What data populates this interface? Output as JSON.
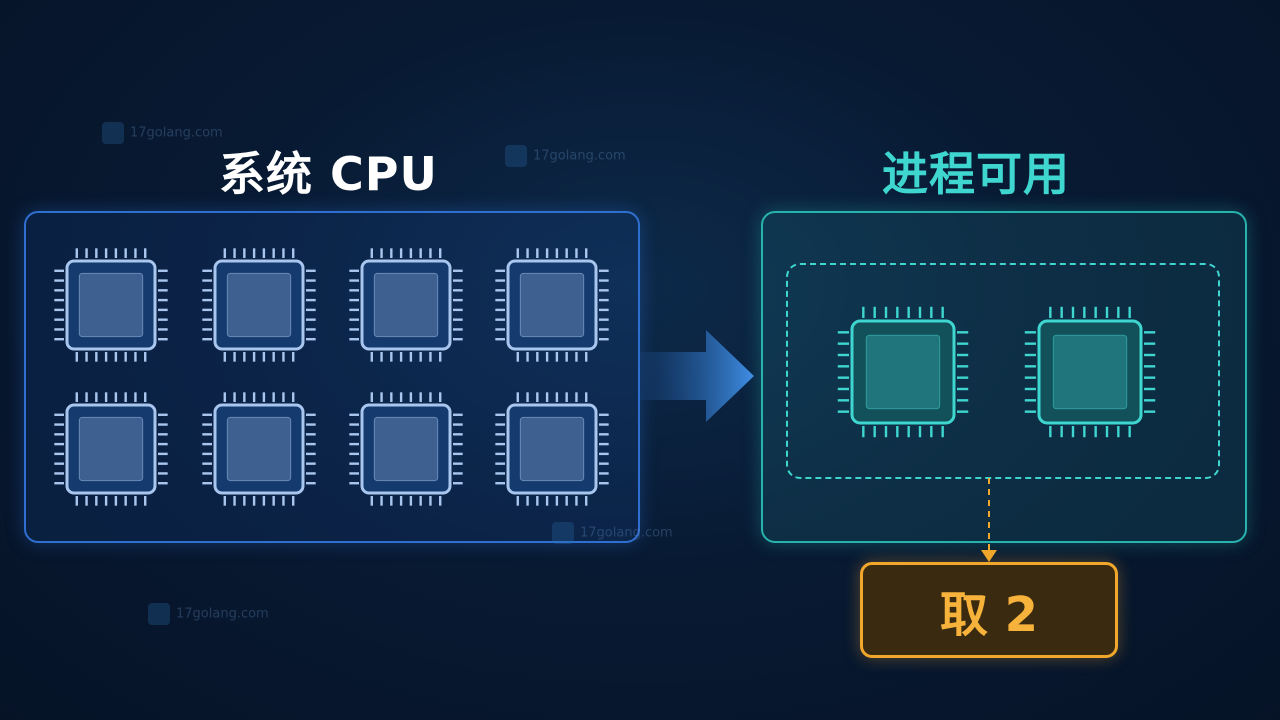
{
  "titles": {
    "system": "系统 CPU",
    "process": "进程可用"
  },
  "result": {
    "label": "取 2"
  },
  "diagram": {
    "system_cpu_count": 8,
    "process_cpu_count": 2
  },
  "watermark": {
    "text": "17golang.com"
  },
  "colors": {
    "system_accent": "#2f6fd0",
    "chip_system": "#a9c6ee",
    "process_accent": "#3fd6d0",
    "arrow": "#3f8fe6",
    "result_accent": "#f0a72c",
    "result_text": "#f6b23a"
  }
}
